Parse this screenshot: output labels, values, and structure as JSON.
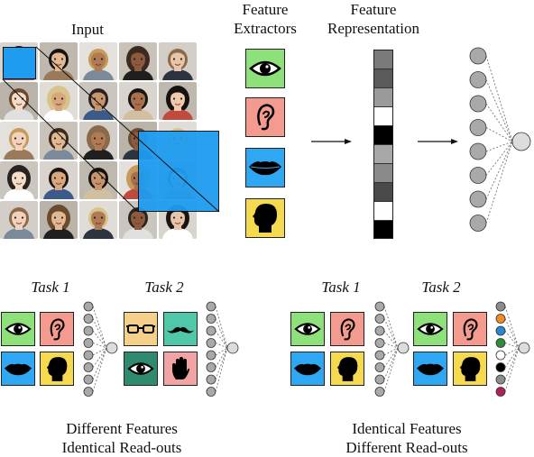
{
  "header": {
    "input_label": "Input",
    "extractors_line1": "Feature",
    "extractors_line2": "Extractors",
    "representation_line1": "Feature",
    "representation_line2": "Representation"
  },
  "feature_extractors": [
    "eye-icon",
    "ear-icon",
    "mouth-icon",
    "head-icon"
  ],
  "feature_colors": {
    "eye": "#8ee07a",
    "ear": "#f59a8e",
    "mouth": "#2ea8f2",
    "head": "#f5d94e",
    "glasses": "#f5d08a",
    "moustache": "#4fc7a8",
    "dark_eye": "#2f8a6f",
    "hand": "#f2a3a3"
  },
  "representation_shades": [
    "#7a7a7a",
    "#5a5a5a",
    "#9a9a9a",
    "#ffffff",
    "#000000",
    "#a8a8a8",
    "#8a8a8a",
    "#4a4a4a",
    "#ffffff",
    "#000000"
  ],
  "left_panel": {
    "task1": "Task 1",
    "task2": "Task 2",
    "caption_line1": "Different Features",
    "caption_line2": "Identical Read-outs"
  },
  "right_panel": {
    "task1": "Task 1",
    "task2": "Task 2",
    "caption_line1": "Identical Features",
    "caption_line2": "Different Read-outs",
    "readout_colors": [
      "#8c8c8c",
      "#f08a24",
      "#2a86d2",
      "#2e8b3a",
      "#ffffff",
      "#000000",
      "#8c8c8c",
      "#b0205a"
    ]
  }
}
